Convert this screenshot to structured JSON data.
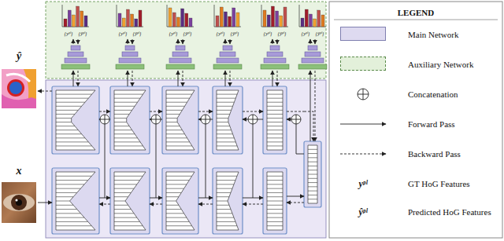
{
  "diagram": {
    "nodes": [
      {
        "text": [
          "ŷ"
        ]
      },
      {
        "text": [
          "x"
        ]
      },
      {
        "text": [
          "LEGEND"
        ]
      }
    ],
    "labels": [
      "{yᵖˡ}",
      "{ŷᵖˡ}",
      "{yᵖˡ}",
      "{ŷᵖˡ}",
      "{yᵖˡ}",
      "{ŷᵖˡ}",
      "{yᵖˡ}",
      "{ŷᵖˡ}",
      "{yᵖˡ}",
      "{ŷᵖˡ}",
      "{yᵖˡ}",
      "{ŷᵖˡ}",
      "yᵖˡ",
      "ŷᵖˡ"
    ],
    "legend": [
      {
        "text": "Main Network",
        "color": "#dedaf0"
      },
      {
        "text": "Auxiliary Network",
        "color": "#e3f0da"
      },
      {
        "text": "Concatenation"
      },
      {
        "text": "Forward Pass"
      },
      {
        "text": "Backward Pass"
      },
      {
        "text": "GT HoG Features"
      },
      {
        "text": "Predicted HoG Features"
      }
    ]
  }
}
